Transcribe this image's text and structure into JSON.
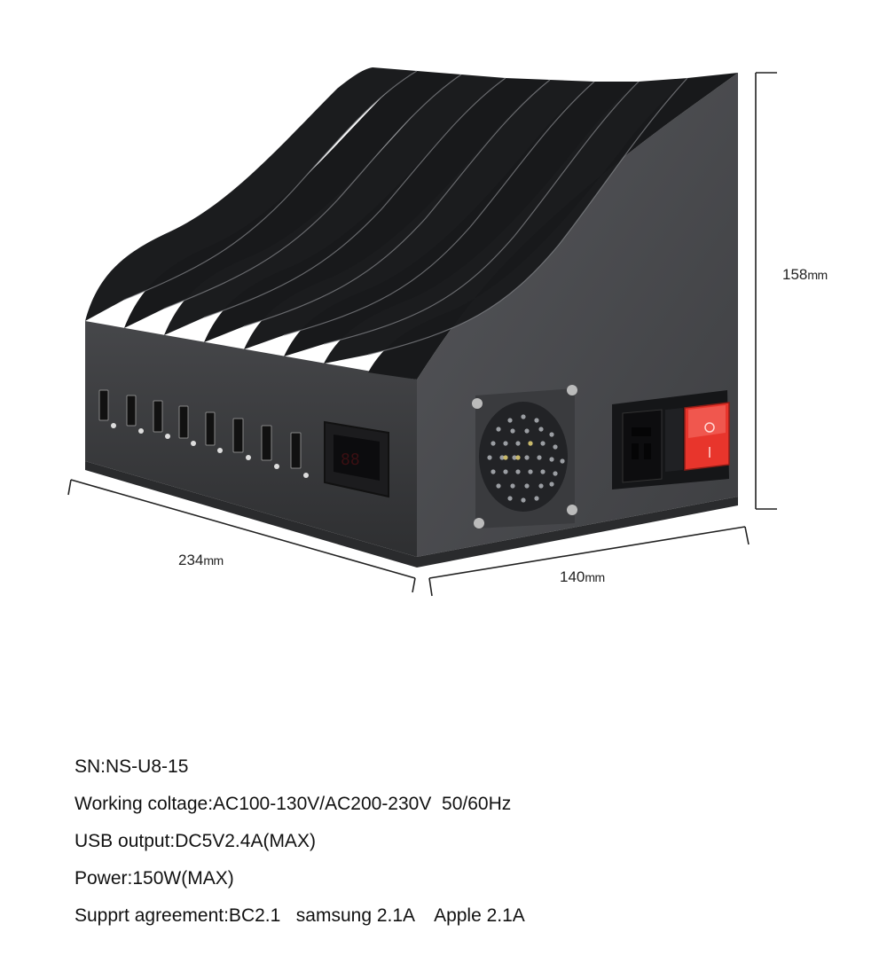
{
  "dimensions": {
    "height": {
      "value": "158",
      "unit": "mm"
    },
    "width": {
      "value": "234",
      "unit": "mm"
    },
    "depth": {
      "value": "140",
      "unit": "mm"
    }
  },
  "specs": {
    "sn": "SN:NS-U8-15",
    "voltage": "Working coltage:AC100-130V/AC200-230V  50/60Hz",
    "usb_output": "USB output:DC5V2.4A(MAX)",
    "power": "Power:150W(MAX)",
    "protocol": "Supprt agreement:BC2.1   samsung 2.1A    Apple 2.1A"
  },
  "device": {
    "usb_port_count": 8,
    "slot_count": 8,
    "colors": {
      "body": "#3b3c3e",
      "body_side": "#4a4b4e",
      "slots": "#17181a",
      "switch": "#e8352c"
    }
  }
}
